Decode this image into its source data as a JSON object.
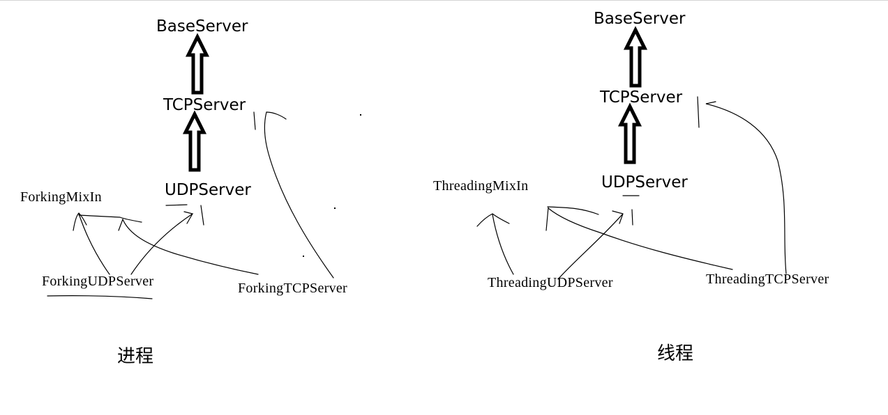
{
  "left": {
    "base": "BaseServer",
    "tcp": "TCPServer",
    "udp": "UDPServer",
    "mixin": "ForkingMixIn",
    "udp_combo": "ForkingUDPServer",
    "tcp_combo": "ForkingTCPServer",
    "caption": "进程"
  },
  "right": {
    "base": "BaseServer",
    "tcp": "TCPServer",
    "udp": "UDPServer",
    "mixin": "ThreadingMixIn",
    "udp_combo": "ThreadingUDPServer",
    "tcp_combo": "ThreadingTCPServer",
    "caption": "线程"
  }
}
